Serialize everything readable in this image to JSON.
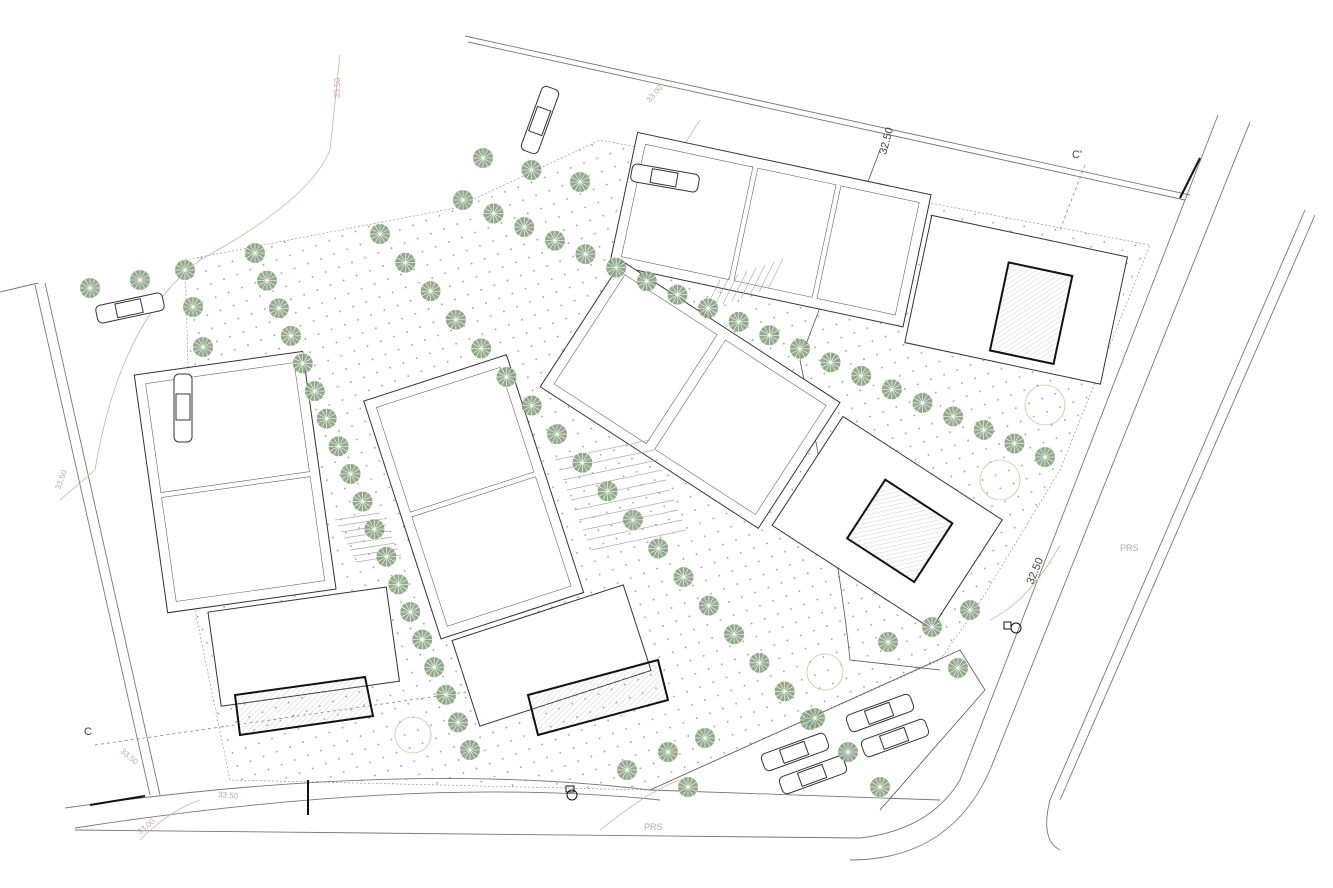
{
  "title": "Site plan - three residential villas with pools",
  "labels": {
    "section_c": "C",
    "section_c_prime": "C'",
    "level_top": "32.50",
    "level_right": "32.50",
    "prs_right": "PRS",
    "prs_bottom": "PRS",
    "contour_1": "33.50",
    "contour_2": "33.50",
    "contour_3": "33.50",
    "contour_4": "33.50",
    "contour_5": "33.00",
    "contour_6": "33.00"
  },
  "colors": {
    "tree": "#7f9a77",
    "line": "#333333",
    "contour": "#c9b3ad"
  }
}
